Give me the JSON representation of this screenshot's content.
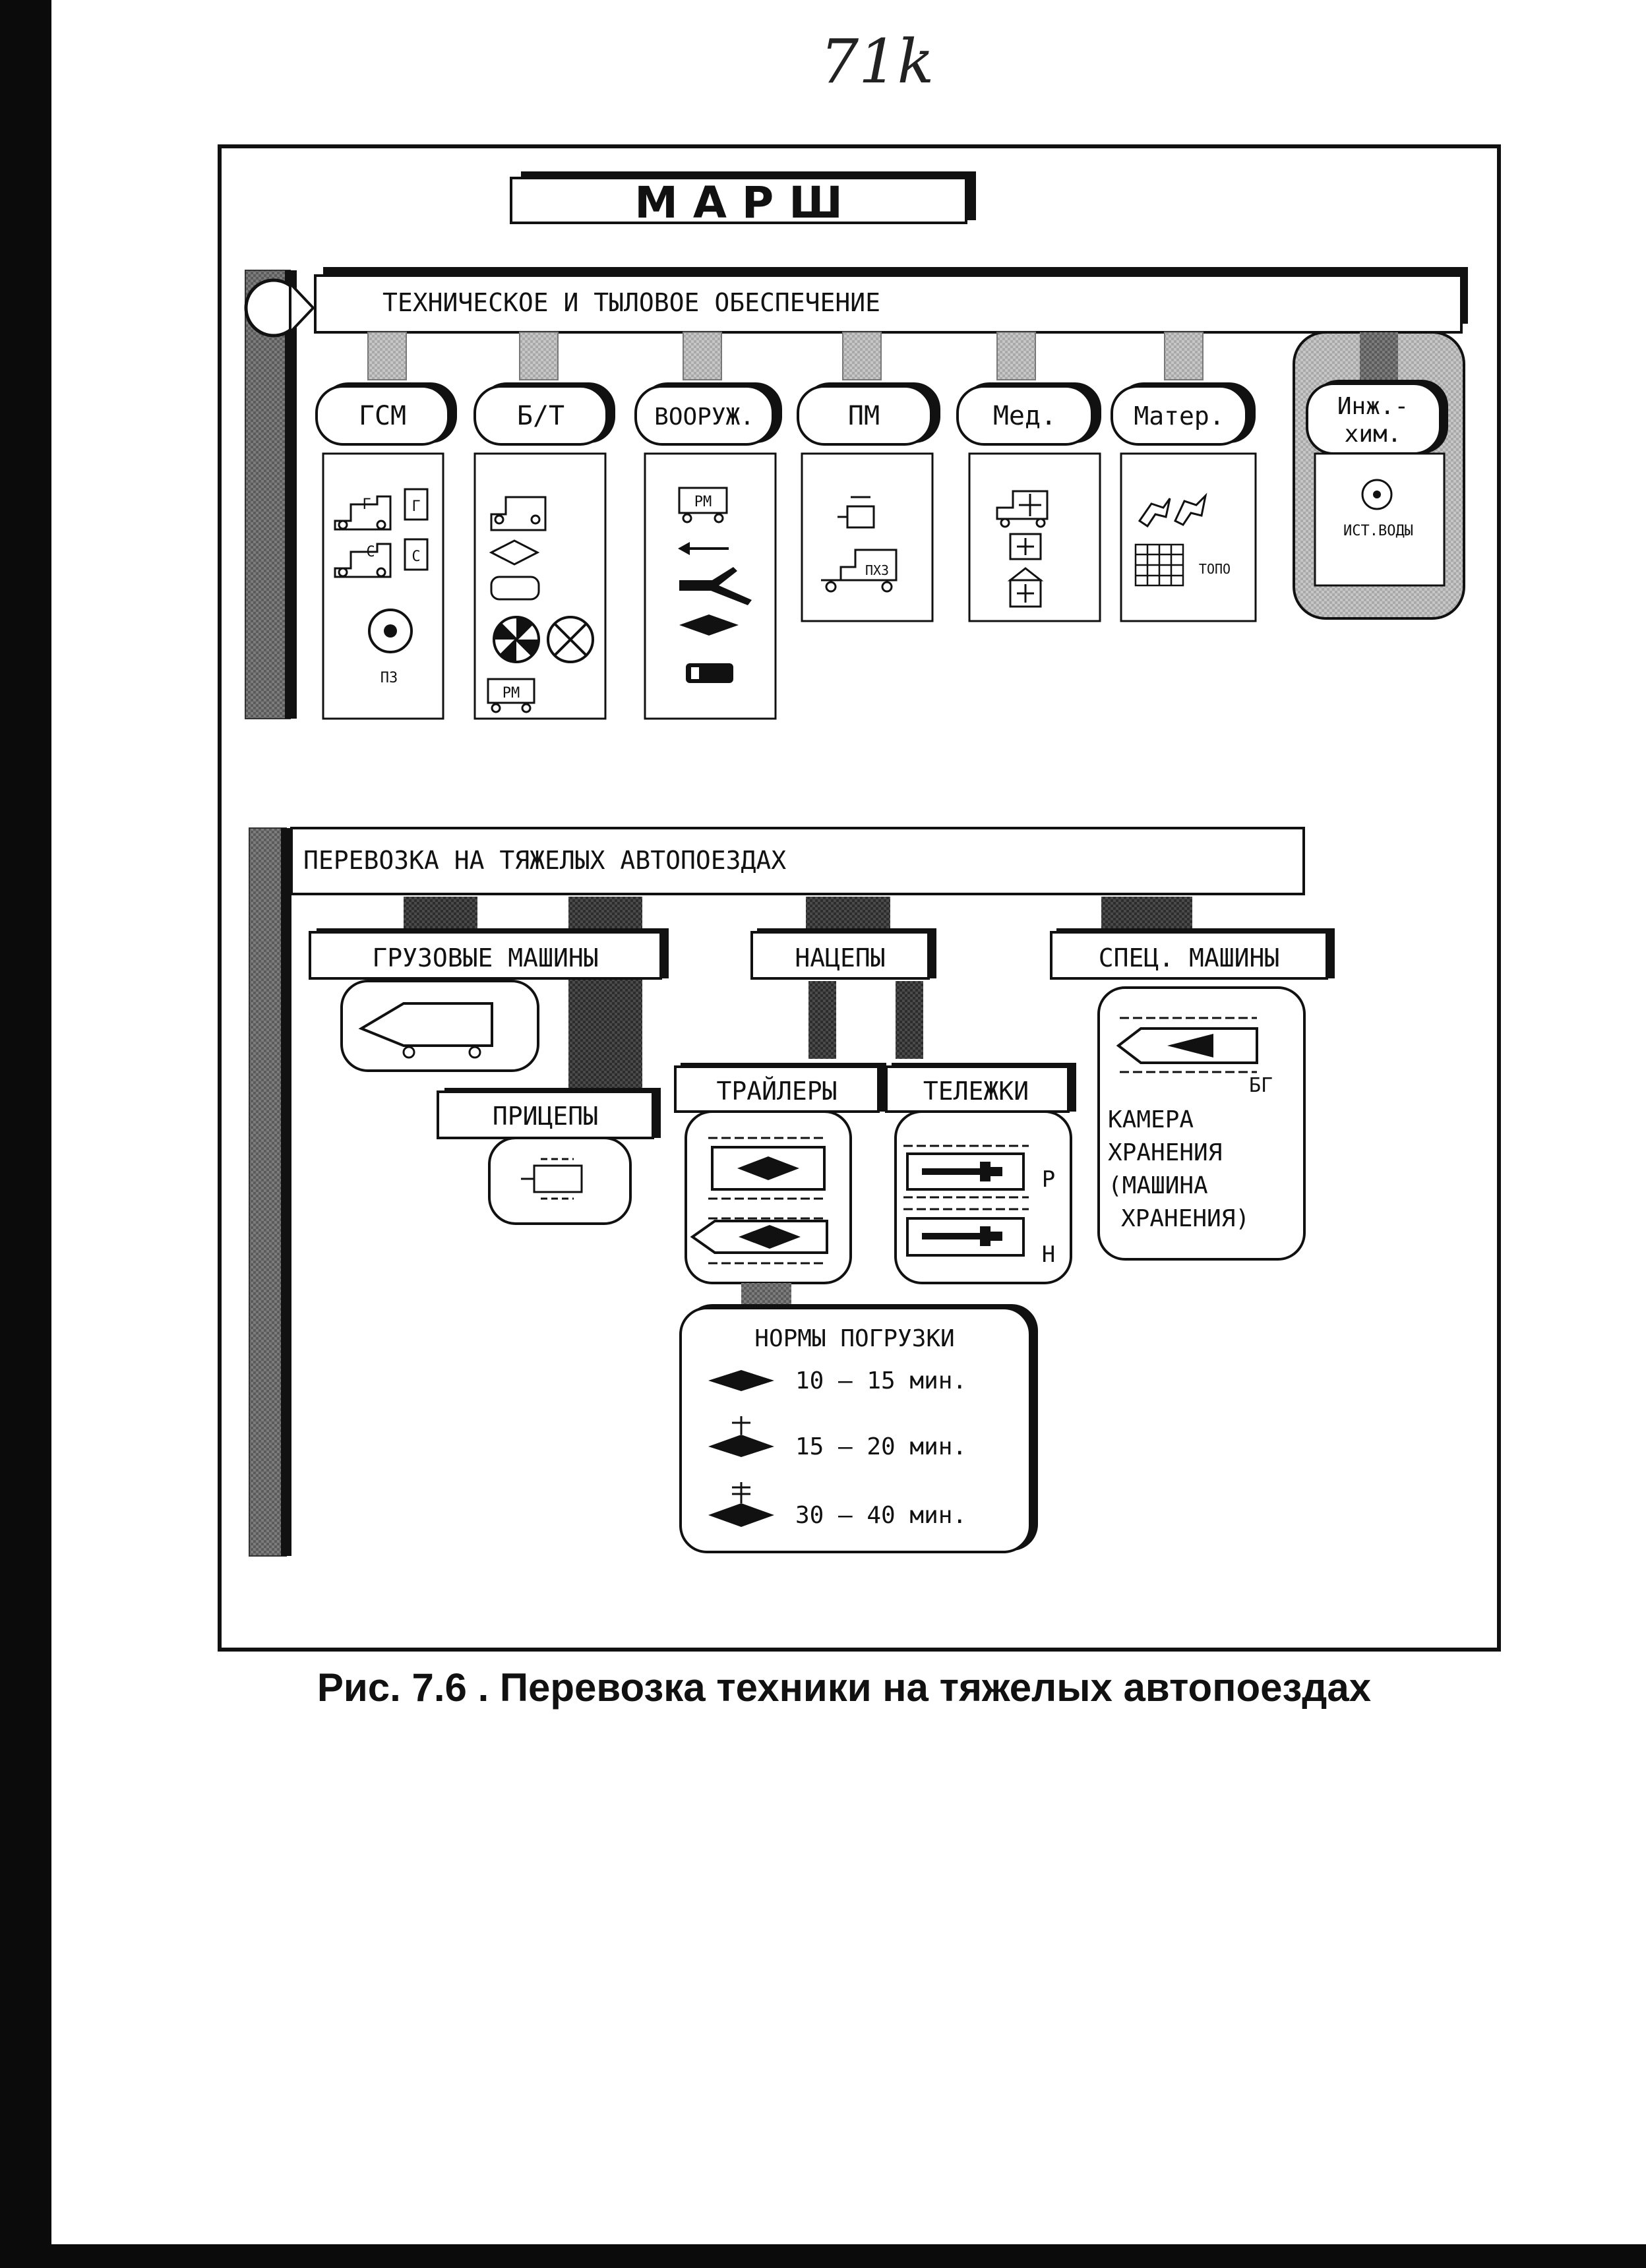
{
  "page": {
    "number": "71k",
    "caption": "Рис. 7.6 . Перевозка техники на тяжелых автопоездах"
  },
  "title": "М А Р Ш",
  "section1": {
    "title": "ТЕХНИЧЕСКОЕ И ТЫЛОВОЕ ОБЕСПЕЧЕНИЕ",
    "tabs": [
      {
        "label": "ГСМ",
        "items": [
          "Г",
          "Г",
          "С",
          "С",
          "ПЗ"
        ]
      },
      {
        "label": "Б/Т",
        "items": [
          "РМ"
        ]
      },
      {
        "label": "ВООРУЖ.",
        "items": [
          "РМ"
        ]
      },
      {
        "label": "ПМ",
        "items": [
          "ПХЗ"
        ]
      },
      {
        "label": "Мед.",
        "items": []
      },
      {
        "label": "Матер.",
        "items": [
          "ТОПО"
        ]
      },
      {
        "label_line1": "Инж.-",
        "label_line2": "хим.",
        "items": [
          "ИСТ.ВОДЫ"
        ]
      }
    ]
  },
  "section2": {
    "title": "ПЕРЕВОЗКА НА ТЯЖЕЛЫХ АВТОПОЕЗДАХ",
    "trucks": "ГРУЗОВЫЕ МАШИНЫ",
    "trailers_short": "ПРИЦЕПЫ",
    "semitrailers": "НАЦЕПЫ",
    "trailers": "ТРАЙЛЕРЫ",
    "carts": "ТЕЛЕЖКИ",
    "cart_labels": [
      "Р",
      "Н"
    ],
    "special": "СПЕЦ. МАШИНЫ",
    "special_label": "БГ",
    "storage_lines": [
      "КАМЕРА",
      "ХРАНЕНИЯ",
      "(МАШИНА",
      "ХРАНЕНИЯ)"
    ],
    "norms": {
      "title": "НОРМЫ ПОГРУЗКИ",
      "rows": [
        "10 – 15 мин.",
        "15 – 20 мин.",
        "30 – 40 мин."
      ]
    }
  }
}
